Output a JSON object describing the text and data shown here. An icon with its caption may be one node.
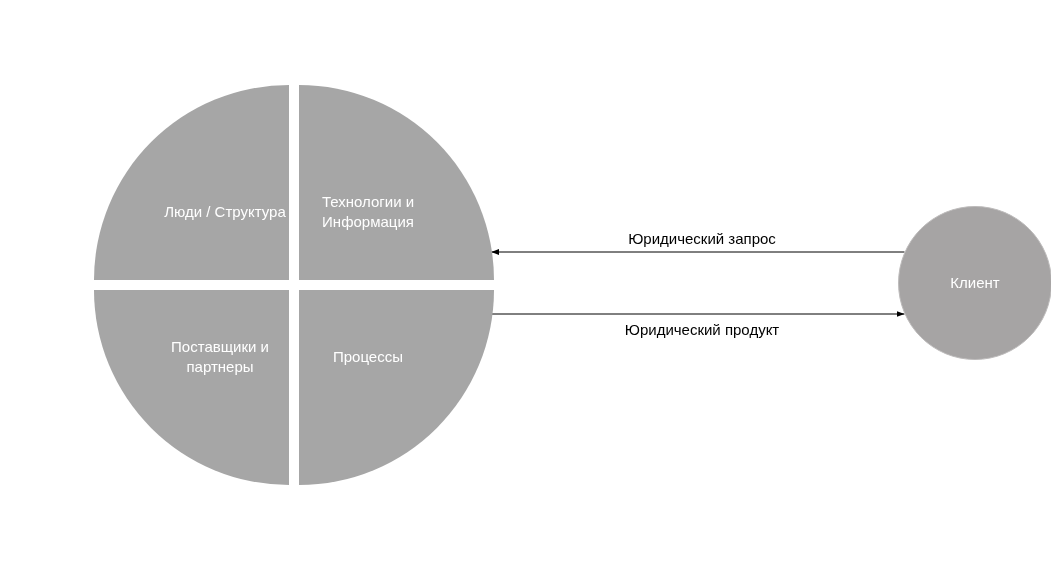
{
  "diagram": {
    "nodes": [
      {
        "text": [],
        "shape": "circle"
      },
      {
        "text": [
          "Люди / Структура"
        ],
        "in": 0
      },
      {
        "text": [
          "Технологии и Информация"
        ],
        "in": 0
      },
      {
        "text": [
          "Поставщики и партнеры"
        ],
        "in": 0
      },
      {
        "text": [
          "Процессы"
        ],
        "in": 0
      },
      {
        "text": [
          "Клиент"
        ]
      }
    ],
    "edges": [
      {
        "from": 5,
        "to": 0,
        "arrow": "to",
        "label": "Юридический запрос"
      },
      {
        "from": 0,
        "to": 5,
        "arrow": "to",
        "label": "Юридический продукт"
      }
    ]
  }
}
